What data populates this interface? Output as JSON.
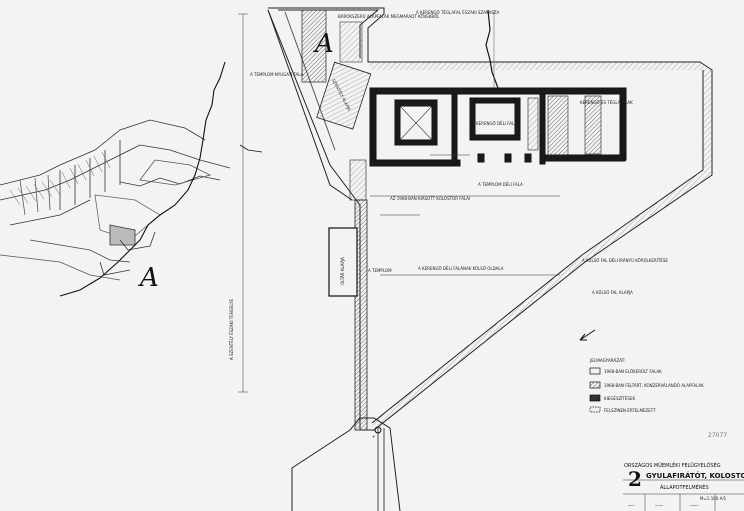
{
  "section_letters": {
    "upper": "A",
    "left": "A"
  },
  "stamp": "27077",
  "sheet_number": "2",
  "title_block": {
    "org": "ORSZÁGOS MŰEMLÉKI FELÜGYELŐSÉG",
    "project": "GYULAFIRÁTÓT, KOLOSTORROM",
    "subject": "ÁLLAPOTFELMÉRÉS",
    "meta": "M=1:100   A/1"
  },
  "legend": {
    "header": "JELMAGYARÁZAT:",
    "items": [
      {
        "kind": "empty",
        "text": "1968-BAN ELŐKERÜLT FALAK"
      },
      {
        "kind": "hatched",
        "text": "1968-BAN FELTÁRT, KONZERVÁLANDÓ ALAPFALAK"
      },
      {
        "kind": "solid",
        "text": "KIEGÉSZÍTÉSEK"
      },
      {
        "kind": "dashed",
        "text": "FELSZÍNEN ÉRTELMEZETT"
      }
    ]
  },
  "annotations": {
    "top_left_note": "BÁROKSZERŰ ALAPFALAK MEGMARADT KÖVEKBŐL",
    "north_note": "A KERENGŐ TÉGLAFAL ÉSZAKI SZAKASZA",
    "west_note": "A TEMPLOM NYUGATI FALA",
    "middle_note": "A KERENGŐ DÉLI FALA",
    "east_note": "KERENGŐ ÉS TÉGLAFALAK",
    "mid_line_note": "AZ 1968-BAN KIÁSOTT KOLOSTOR FALAI",
    "center_note": "A TEMPLOM DÉLI FALA",
    "lower_note": "A KERENGŐ DÉLI FALÁNAK KÜLSŐ OLDALA",
    "diag_note": "A KÜLSŐ FAL DÉLI IRÁNYÚ KÖRÜLKERÍTÉSE",
    "bottom_note": "A KÜLSŐ FAL ALAPJA",
    "vertical_dim": "A SZENTÉLY ÉSZAKI TENGELYE",
    "box_label": "OLTÁR ALAPJA",
    "diag_label": "SZENTÉLY ALAPJA"
  }
}
